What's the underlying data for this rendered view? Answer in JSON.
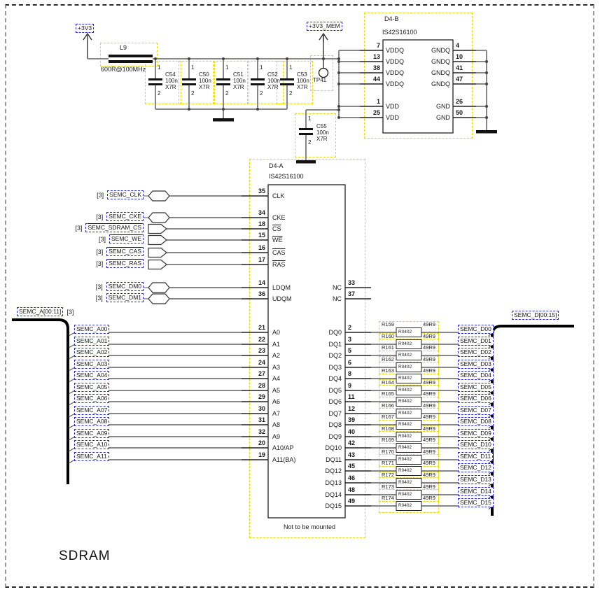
{
  "page": {
    "title": "SDRAM"
  },
  "power": {
    "v33": "+3V3",
    "v33mem": "+3V3_MEM",
    "inductor": {
      "ref": "L9",
      "value": "600R@100MHz"
    },
    "testpoint": {
      "ref": "TP41"
    },
    "decoupling_caps": [
      {
        "ref": "C54",
        "value": "100n",
        "grade": "X7R",
        "pin1": "1",
        "pin2": "2"
      },
      {
        "ref": "C50",
        "value": "100n",
        "grade": "X7R",
        "pin1": "1",
        "pin2": "2"
      },
      {
        "ref": "C51",
        "value": "100n",
        "grade": "X7R",
        "pin1": "1",
        "pin2": "2"
      },
      {
        "ref": "C52",
        "value": "100n",
        "grade": "X7R",
        "pin1": "1",
        "pin2": "2"
      },
      {
        "ref": "C53",
        "value": "100n",
        "grade": "X7R",
        "pin1": "1",
        "pin2": "2"
      }
    ],
    "vdd_cap": {
      "ref": "C55",
      "value": "100n",
      "grade": "X7R",
      "pin1": "1",
      "pin2": "2"
    }
  },
  "chip_b": {
    "ref": "D4-B",
    "part": "IS42S16100",
    "left_pins": [
      {
        "num": "7",
        "name": "VDDQ"
      },
      {
        "num": "13",
        "name": "VDDQ"
      },
      {
        "num": "38",
        "name": "VDDQ"
      },
      {
        "num": "44",
        "name": "VDDQ"
      },
      {
        "num": "1",
        "name": "VDD"
      },
      {
        "num": "25",
        "name": "VDD"
      }
    ],
    "right_pins": [
      {
        "num": "4",
        "name": "GNDQ"
      },
      {
        "num": "10",
        "name": "GNDQ"
      },
      {
        "num": "41",
        "name": "GNDQ"
      },
      {
        "num": "47",
        "name": "GNDQ"
      },
      {
        "num": "26",
        "name": "GND"
      },
      {
        "num": "50",
        "name": "GND"
      }
    ]
  },
  "chip_a": {
    "ref": "D4-A",
    "part": "IS42S16100",
    "note": "Not to be mounted",
    "ctrl_pins": [
      {
        "num": "35",
        "name": "CLK",
        "overline": false
      },
      {
        "num": "34",
        "name": "CKE",
        "overline": false
      },
      {
        "num": "18",
        "name": "CS",
        "overline": true
      },
      {
        "num": "15",
        "name": "WE",
        "overline": true
      },
      {
        "num": "16",
        "name": "CAS",
        "overline": true
      },
      {
        "num": "17",
        "name": "RAS",
        "overline": true
      },
      {
        "num": "14",
        "name": "LDQM",
        "overline": false
      },
      {
        "num": "36",
        "name": "UDQM",
        "overline": false
      }
    ],
    "nc_pins": [
      {
        "num": "33",
        "name": "NC"
      },
      {
        "num": "37",
        "name": "NC"
      }
    ],
    "addr_pins": [
      {
        "num": "21",
        "name": "A0"
      },
      {
        "num": "22",
        "name": "A1"
      },
      {
        "num": "23",
        "name": "A2"
      },
      {
        "num": "24",
        "name": "A3"
      },
      {
        "num": "27",
        "name": "A4"
      },
      {
        "num": "28",
        "name": "A5"
      },
      {
        "num": "29",
        "name": "A6"
      },
      {
        "num": "30",
        "name": "A7"
      },
      {
        "num": "31",
        "name": "A8"
      },
      {
        "num": "32",
        "name": "A9"
      },
      {
        "num": "20",
        "name": "A10/AP"
      },
      {
        "num": "19",
        "name": "A11(BA)"
      }
    ],
    "dq_pins": [
      {
        "num": "2",
        "name": "DQ0"
      },
      {
        "num": "3",
        "name": "DQ1"
      },
      {
        "num": "5",
        "name": "DQ2"
      },
      {
        "num": "6",
        "name": "DQ3"
      },
      {
        "num": "8",
        "name": "DQ4"
      },
      {
        "num": "9",
        "name": "DQ5"
      },
      {
        "num": "11",
        "name": "DQ6"
      },
      {
        "num": "12",
        "name": "DQ7"
      },
      {
        "num": "39",
        "name": "DQ8"
      },
      {
        "num": "40",
        "name": "DQ9"
      },
      {
        "num": "42",
        "name": "DQ10"
      },
      {
        "num": "43",
        "name": "DQ11"
      },
      {
        "num": "45",
        "name": "DQ12"
      },
      {
        "num": "46",
        "name": "DQ13"
      },
      {
        "num": "48",
        "name": "DQ14"
      },
      {
        "num": "49",
        "name": "DQ15"
      }
    ]
  },
  "ctrl_ports": [
    {
      "sheet": "[3]",
      "net": "SEMC_CLK",
      "type": "bidir",
      "overline": false
    },
    {
      "sheet": "[3]",
      "net": "SEMC_CKE",
      "type": "bidir",
      "overline": false
    },
    {
      "sheet": "[3]",
      "net": "SEMC_SDRAM_CS",
      "type": "in",
      "overline": true
    },
    {
      "sheet": "[3]",
      "net": "SEMC_WE",
      "type": "in",
      "overline": true
    },
    {
      "sheet": "[3]",
      "net": "SEMC_CAS",
      "type": "in",
      "overline": true
    },
    {
      "sheet": "[3]",
      "net": "SEMC_RAS",
      "type": "in",
      "overline": true
    },
    {
      "sheet": "[3]",
      "net": "SEMC_DM0",
      "type": "bidir",
      "overline": false
    },
    {
      "sheet": "[3]",
      "net": "SEMC_DM1",
      "type": "bidir",
      "overline": false
    }
  ],
  "addr_bus": {
    "label": "SEMC_A[00:11]",
    "sheet": "[3]",
    "nets": [
      "SEMC_A00",
      "SEMC_A01",
      "SEMC_A02",
      "SEMC_A03",
      "SEMC_A04",
      "SEMC_A05",
      "SEMC_A06",
      "SEMC_A07",
      "SEMC_A08",
      "SEMC_A09",
      "SEMC_A10",
      "SEMC_A11"
    ]
  },
  "data_bus": {
    "label": "SEMC_D[00:15]",
    "nets": [
      "SEMC_D00",
      "SEMC_D01",
      "SEMC_D02",
      "SEMC_D03",
      "SEMC_D04",
      "SEMC_D05",
      "SEMC_D06",
      "SEMC_D07",
      "SEMC_D08",
      "SEMC_D09",
      "SEMC_D10",
      "SEMC_D11",
      "SEMC_D12",
      "SEMC_D13",
      "SEMC_D14",
      "SEMC_D15"
    ]
  },
  "series_resistors": {
    "package": "R0402",
    "value": "49R9",
    "refs": [
      "R159",
      "R160",
      "R161",
      "R162",
      "R163",
      "R164",
      "R165",
      "R166",
      "R167",
      "R168",
      "R169",
      "R170",
      "R171",
      "R172",
      "R173",
      "R174"
    ]
  },
  "colors": {
    "wire": "#878787",
    "bus": "#000000",
    "highlight_box": "#e9d900",
    "net_label_box": "#2b2bd4"
  }
}
